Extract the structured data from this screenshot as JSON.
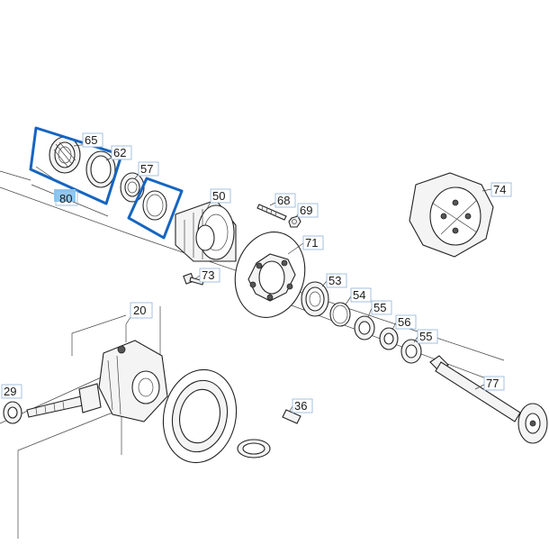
{
  "diagram": {
    "callouts": [
      {
        "id": "65",
        "label": "65"
      },
      {
        "id": "62",
        "label": "62"
      },
      {
        "id": "57",
        "label": "57"
      },
      {
        "id": "80",
        "label": "80"
      },
      {
        "id": "50",
        "label": "50"
      },
      {
        "id": "68",
        "label": "68"
      },
      {
        "id": "69",
        "label": "69"
      },
      {
        "id": "71",
        "label": "71"
      },
      {
        "id": "74",
        "label": "74"
      },
      {
        "id": "73",
        "label": "73"
      },
      {
        "id": "53",
        "label": "53"
      },
      {
        "id": "54",
        "label": "54"
      },
      {
        "id": "55a",
        "label": "55"
      },
      {
        "id": "56",
        "label": "56"
      },
      {
        "id": "55b",
        "label": "55"
      },
      {
        "id": "20",
        "label": "20"
      },
      {
        "id": "29",
        "label": "29"
      },
      {
        "id": "36",
        "label": "36"
      },
      {
        "id": "77",
        "label": "77"
      }
    ],
    "highlight_color": "#1565c0",
    "badge_color": "#90c8f0",
    "callout_border_color": "#8fb3d9"
  }
}
